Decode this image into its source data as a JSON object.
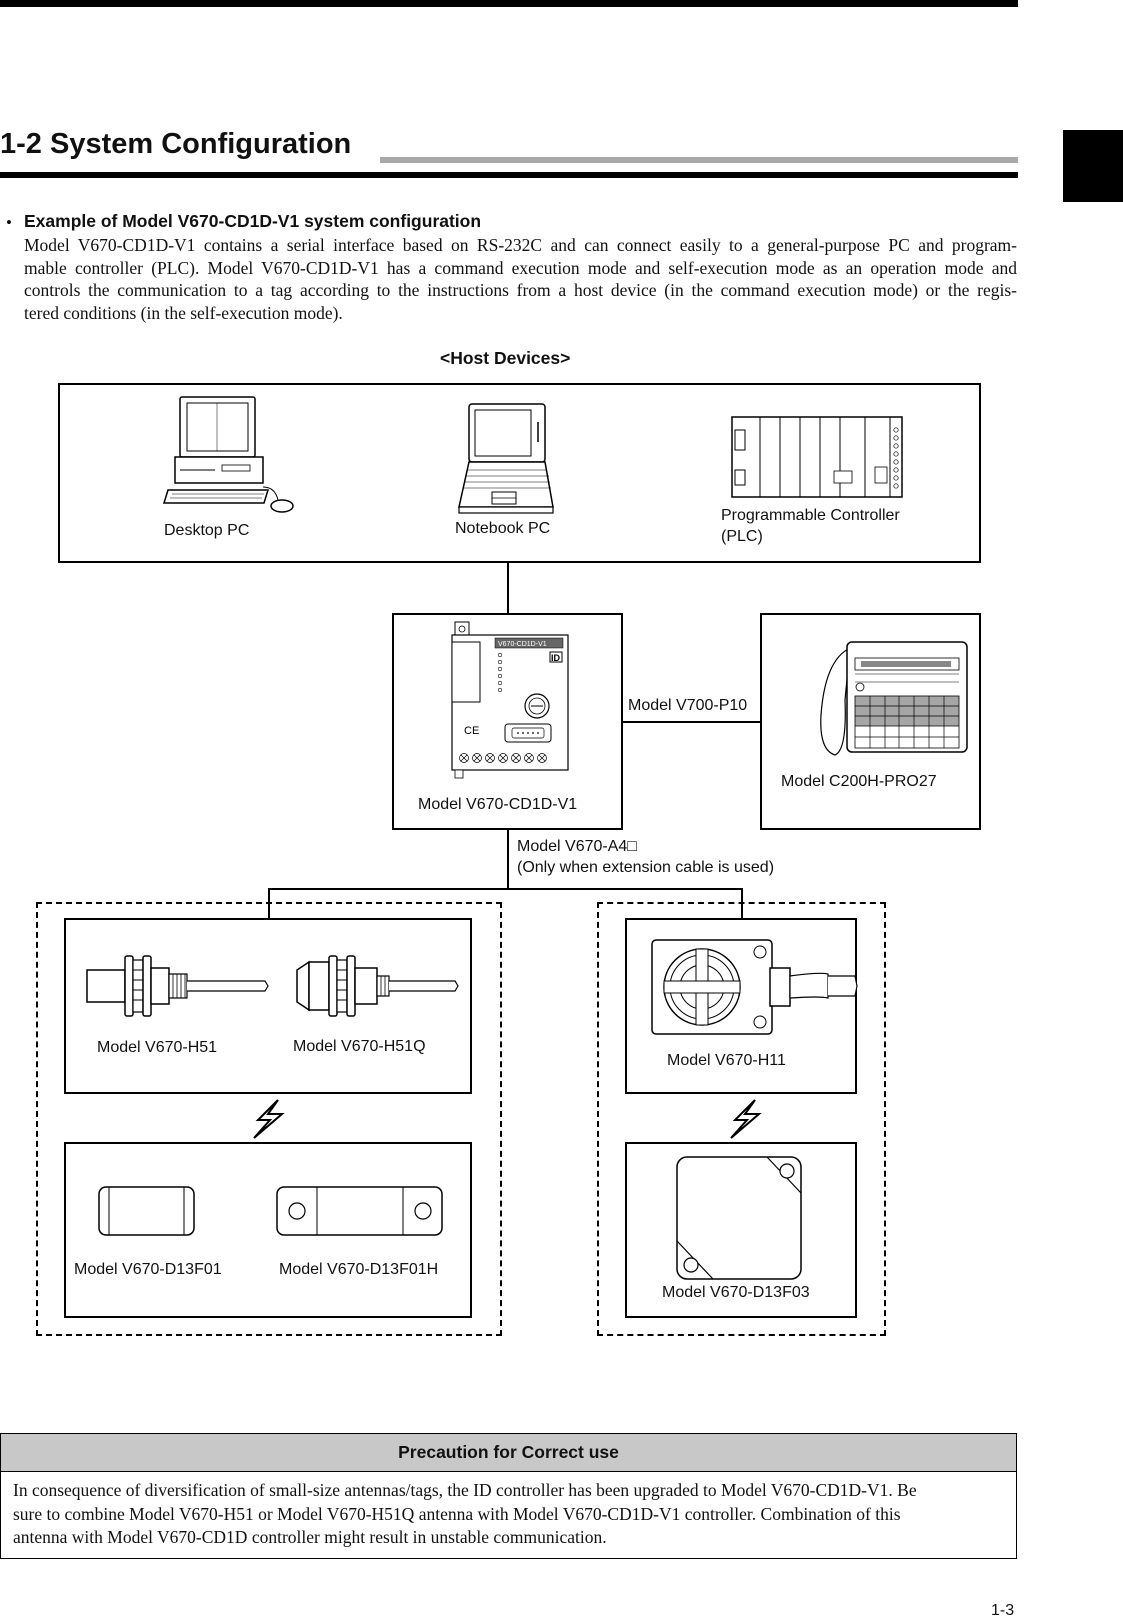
{
  "section": {
    "number_title": "1-2  System Configuration"
  },
  "example": {
    "bullet": "•",
    "heading": "Example of Model V670-CD1D-V1 system configuration",
    "lines": [
      "Model V670-CD1D-V1 contains a serial interface based on RS-232C and can connect easily to a general-purpose PC and program-",
      "mable controller (PLC).  Model V670-CD1D-V1 has a command execution mode and self-execution mode as an operation mode and",
      "controls the communication to a tag according to the instructions from a host device (in the command execution mode) or the regis-",
      "tered conditions (in the self-execution mode)."
    ]
  },
  "diagram": {
    "host_title": "<Host Devices>",
    "desktop": "Desktop PC",
    "notebook": "Notebook PC",
    "plc_line1": "Programmable Controller",
    "plc_line2": "(PLC)",
    "controller": "Model V670-CD1D-V1",
    "controller_panel_text": "V670-CD1D-V1",
    "controller_id_badge": "ID",
    "controller_ce_mark": "CE",
    "cable_p10": "Model V700-P10",
    "console": "Model C200H-PRO27",
    "ext_cable_line1": "Model V670-A4□",
    "ext_cable_line2": "(Only when extension cable is used)",
    "antenna_h51": "Model V670-H51",
    "antenna_h51q": "Model V670-H51Q",
    "antenna_h11": "Model V670-H11",
    "tag_d13f01": "Model V670-D13F01",
    "tag_d13f01h": "Model V670-D13F01H",
    "tag_d13f03": "Model V670-D13F03"
  },
  "precaution": {
    "title": "Precaution for Correct use",
    "lines": [
      "In consequence of diversification of small-size antennas/tags, the ID controller has been upgraded to Model V670-CD1D-V1. Be",
      "sure to combine Model V670-H51 or Model V670-H51Q antenna with Model V670-CD1D-V1 controller. Combination of this",
      "antenna with Model V670-CD1D controller might result in unstable communication."
    ]
  },
  "page_number": "1-3"
}
